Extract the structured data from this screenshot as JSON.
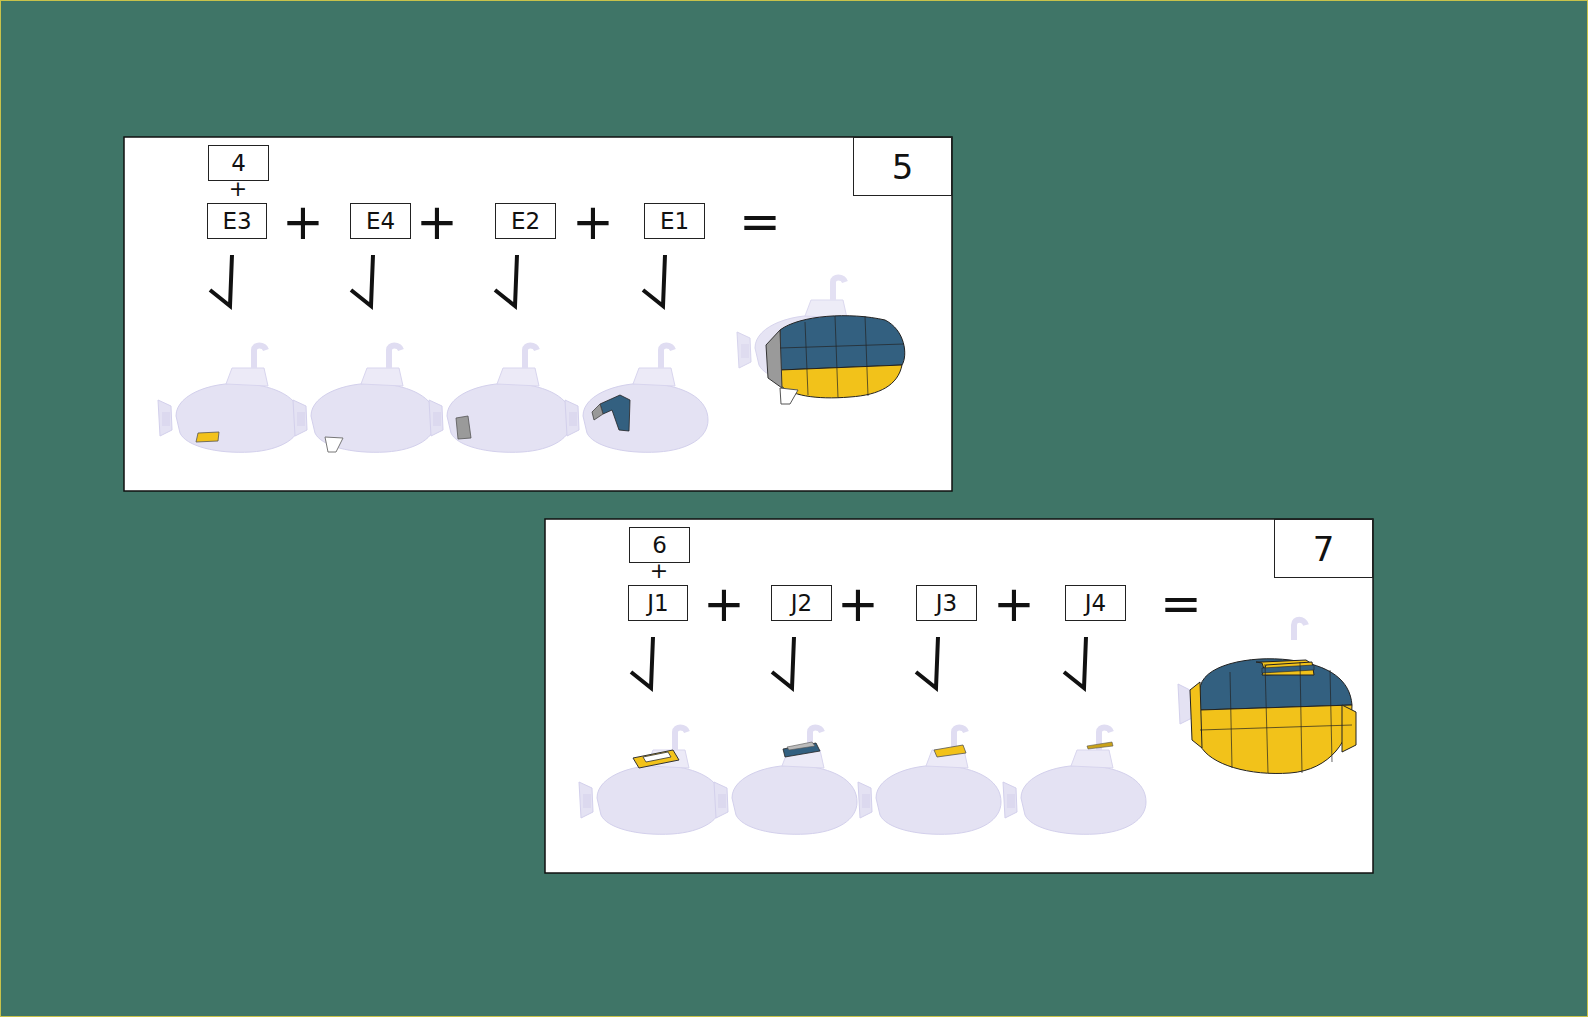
{
  "diagram": {
    "nodes": [
      {
        "text": [
          "4"
        ]
      },
      {
        "text": [
          "E3"
        ]
      },
      {
        "text": [
          "E4"
        ]
      },
      {
        "text": [
          "E2"
        ]
      },
      {
        "text": [
          "E1"
        ]
      },
      {
        "text": [
          "5"
        ]
      },
      {
        "text": [
          "6"
        ]
      },
      {
        "text": [
          "J1"
        ]
      },
      {
        "text": [
          "J2"
        ]
      },
      {
        "text": [
          "J3"
        ]
      },
      {
        "text": [
          "J4"
        ]
      },
      {
        "text": [
          "7"
        ]
      }
    ],
    "labels": [
      "+",
      "+",
      "+",
      "+",
      "=",
      "+",
      "+",
      "+",
      "+",
      "="
    ]
  }
}
